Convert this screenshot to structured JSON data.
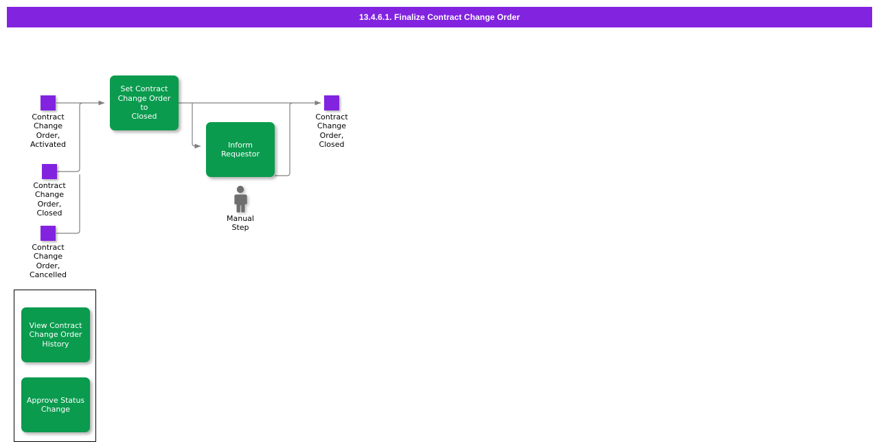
{
  "header": {
    "title": "13.4.6.1. Finalize Contract Change Order",
    "background_color": "#8223e0",
    "text_color": "#ffffff"
  },
  "colors": {
    "event_purple": "#8223e0",
    "activity_green": "#0a9b4e",
    "connector_gray": "#808080",
    "manual_icon_gray": "#6e6e6e",
    "legend_border": "#000000"
  },
  "diagram": {
    "start_events": [
      {
        "label": "Contract\nChange\nOrder,\nActivated"
      },
      {
        "label": "Contract\nChange\nOrder,\nClosed"
      },
      {
        "label": "Contract\nChange\nOrder,\nCancelled"
      }
    ],
    "activities": [
      {
        "label": "Set Contract\nChange Order to\nClosed"
      },
      {
        "label": "Inform\nRequestor"
      }
    ],
    "manual_step": {
      "label": "Manual\nStep",
      "icon": "person-icon"
    },
    "end_event": {
      "label": "Contract\nChange\nOrder,\nClosed"
    }
  },
  "legend": {
    "items": [
      {
        "label": "View Contract\nChange Order\nHistory"
      },
      {
        "label": "Approve Status\nChange"
      }
    ]
  }
}
